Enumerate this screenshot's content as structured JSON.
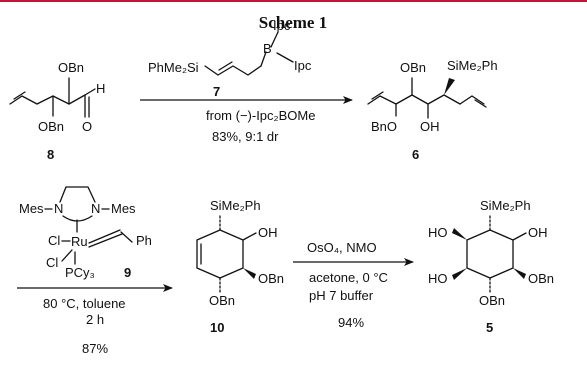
{
  "title": "Scheme 1",
  "colors": {
    "rule": "#c0143c",
    "ink": "#111111"
  },
  "compounds": {
    "c8": {
      "number": "8",
      "groups": {
        "obn_top": "OBn",
        "obn_bottom": "OBn",
        "aldehyde_h": "H",
        "carbonyl_o": "O"
      }
    },
    "c7": {
      "number": "7",
      "groups": {
        "silyl": "PhMe₂Si",
        "boron": "B",
        "ipc_top": "Ipc",
        "ipc_right": "Ipc"
      }
    },
    "c6": {
      "number": "6",
      "groups": {
        "obn_top": "OBn",
        "silyl": "SiMe₂Ph",
        "bno": "BnO",
        "oh": "OH"
      }
    },
    "c9": {
      "number": "9",
      "groups": {
        "mes_left": "Mes",
        "n_left": "N",
        "n_right": "N",
        "mes_right": "Mes",
        "cl_1": "Cl",
        "cl_2": "Cl",
        "ru": "Ru",
        "ph": "Ph",
        "pcy3": "PCy₃"
      }
    },
    "c10": {
      "number": "10",
      "groups": {
        "silyl": "SiMe₂Ph",
        "oh": "OH",
        "obn_right": "OBn",
        "obn_bottom": "OBn"
      }
    },
    "c5": {
      "number": "5",
      "groups": {
        "silyl": "SiMe₂Ph",
        "ho_top": "HO",
        "oh": "OH",
        "ho_bottom": "HO",
        "obn_right": "OBn",
        "obn_bottom": "OBn"
      }
    }
  },
  "conditions": {
    "step1": {
      "below_1": "from (−)-Ipc₂BOMe",
      "below_2": "83%, 9:1 dr"
    },
    "step2": {
      "below_1": "80 °C, toluene",
      "below_2": "2 h",
      "below_3": "87%"
    },
    "step3": {
      "above_1": "OsO₄, NMO",
      "below_1": "acetone, 0 °C",
      "below_2": "pH 7 buffer",
      "below_3": "94%"
    }
  }
}
